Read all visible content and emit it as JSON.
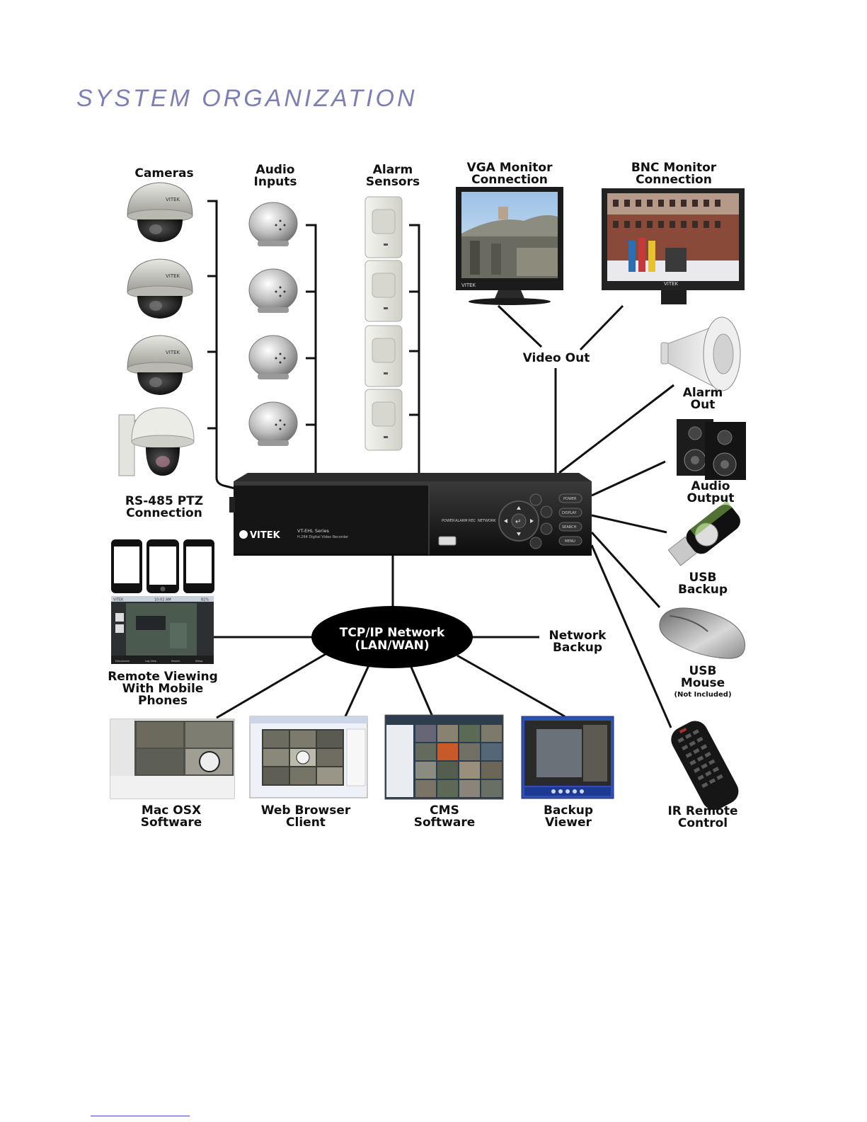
{
  "title": "SYSTEM ORGANIZATION",
  "labels": {
    "cameras": [
      "Cameras"
    ],
    "audio_inputs": [
      "Audio",
      "Inputs"
    ],
    "alarm_sensors": [
      "Alarm",
      "Sensors"
    ],
    "vga_monitor": [
      "VGA Monitor",
      "Connection"
    ],
    "bnc_monitor": [
      "BNC Monitor",
      "Connection"
    ],
    "video_out": [
      "Video Out"
    ],
    "alarm_out": [
      "Alarm",
      "Out"
    ],
    "audio_output": [
      "Audio",
      "Output"
    ],
    "usb_backup": [
      "USB",
      "Backup"
    ],
    "usb_mouse": [
      "USB",
      "Mouse"
    ],
    "usb_mouse_note": "(Not Included)",
    "rs485": [
      "RS-485 PTZ",
      "Connection"
    ],
    "remote_viewing": [
      "Remote Viewing",
      "With Mobile",
      "Phones"
    ],
    "network": [
      "TCP/IP Network",
      "(LAN/WAN)"
    ],
    "network_backup": [
      "Network",
      "Backup"
    ],
    "ir_remote": [
      "IR Remote",
      "Control"
    ],
    "mac_osx": [
      "Mac OSX",
      "Software"
    ],
    "web_browser": [
      "Web Browser",
      "Client"
    ],
    "cms": [
      "CMS",
      "Software"
    ],
    "backup_viewer": [
      "Backup",
      "Viewer"
    ]
  },
  "dvr": {
    "brand": "VITEK",
    "series": "VT-EHL Series",
    "subtitle": "H.264 Digital Video Recorder",
    "leds": [
      "POWER",
      "ALARM",
      "REC",
      "NETWORK"
    ],
    "buttons": [
      "POWER",
      "DISPLAY",
      "SEARCH",
      "MENU"
    ]
  },
  "mobile_status": {
    "carrier": "VITEK",
    "time": "10:02 AM",
    "battery": "82%"
  },
  "mobile_tabs": [
    "Disconnect",
    "Log View",
    "Search",
    "Setup"
  ],
  "colors": {
    "title": "#7c7fb4",
    "device": "#1d1d1d",
    "line": "#111111"
  }
}
